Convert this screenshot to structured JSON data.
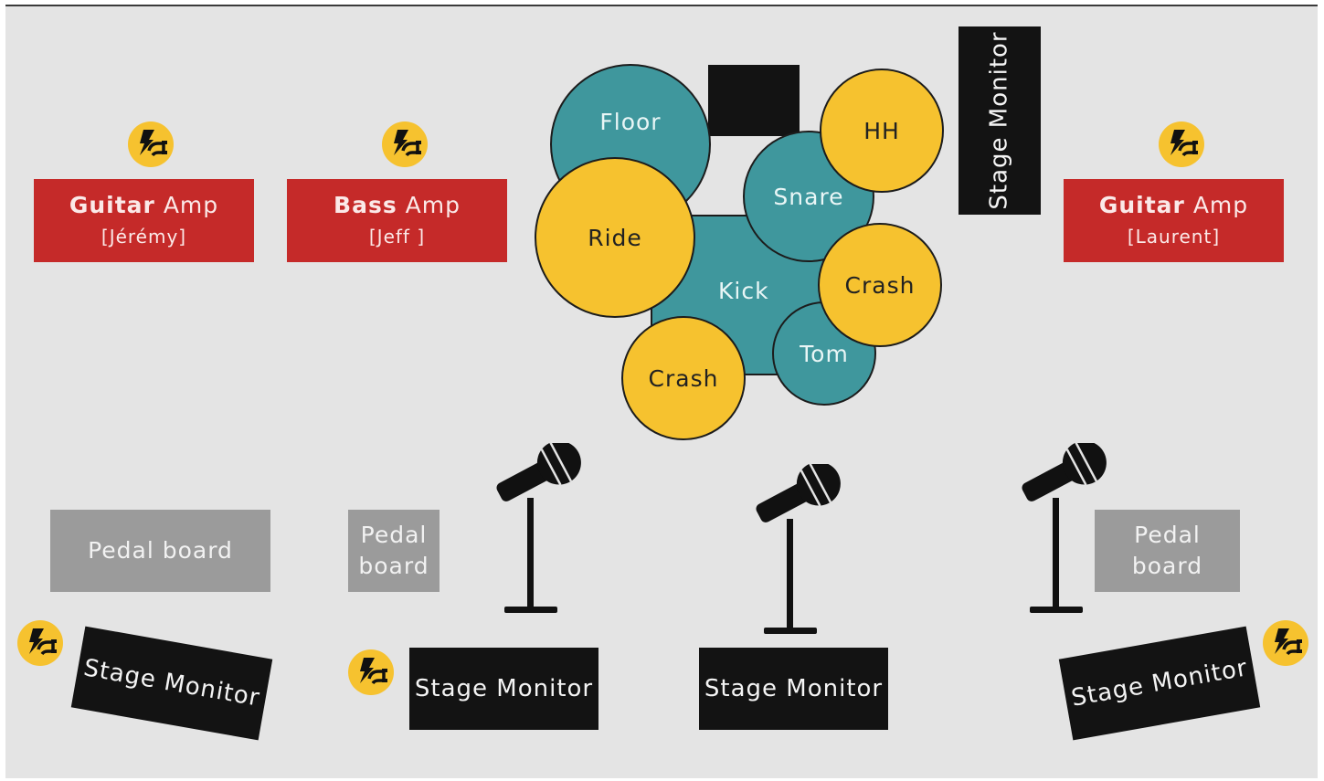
{
  "amps": [
    {
      "bold": "Guitar",
      "rest": " Amp",
      "player": "[Jérémy]"
    },
    {
      "bold": "Bass",
      "rest": " Amp",
      "player": "[Jeff ]"
    },
    {
      "bold": "Guitar",
      "rest": " Amp",
      "player": "[Laurent]"
    }
  ],
  "drums": {
    "floor": "Floor",
    "ride": "Ride",
    "snare": "Snare",
    "hh": "HH",
    "kick": "Kick",
    "crash_right": "Crash",
    "tom": "Tom",
    "crash_left": "Crash"
  },
  "pedal_boards": [
    {
      "label": "Pedal board"
    },
    {
      "label": "Pedal board"
    },
    {
      "label": "Pedal board"
    }
  ],
  "monitors": [
    {
      "label": "Stage Monitor"
    },
    {
      "label": "Stage Monitor"
    },
    {
      "label": "Stage Monitor"
    },
    {
      "label": "Stage Monitor"
    },
    {
      "label": "Stage Monitor"
    }
  ],
  "colors": {
    "background": "#e4e4e4",
    "amp": "#c52a29",
    "drum_shell": "#3f979d",
    "cymbal": "#f6c22f",
    "pedal_board": "#9b9b9b",
    "monitor": "#131313",
    "power_icon": "#f6c22f"
  },
  "icons": {
    "power": "power-plug-icon",
    "microphone": "microphone-stand-icon"
  }
}
